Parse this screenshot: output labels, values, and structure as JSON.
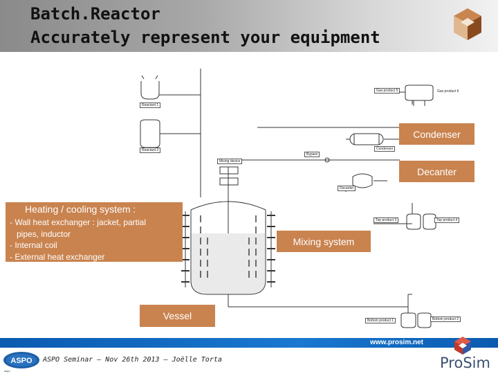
{
  "header": {
    "title_line1": "Batch.Reactor",
    "title_line2": "Accurately represent your equipment"
  },
  "diagram": {
    "tags": {
      "reactant1": "Reactant 1",
      "reactant2": "Reactant 2",
      "gas_product5": "Gas product 5",
      "gas_product6": "Gas product 6",
      "condenser": "Condenser",
      "decanter": "Decanter",
      "bypass": "Bypass",
      "mixing_device": "Mixing device",
      "top_product3": "Top product 3",
      "top_product4": "Top product 4",
      "bottom_product1": "Bottom product 1",
      "bottom_product2": "Bottom product 2"
    },
    "callouts": {
      "condenser": "Condenser",
      "decanter": "Decanter",
      "heating_title": "Heating / cooling system :",
      "heating_line1": "- Wall heat exchanger : jacket, partial",
      "heating_line2": "   pipes, inductor",
      "heating_line3": "- Internal coil",
      "heating_line4": "- External heat exchanger",
      "mixing": "Mixing system",
      "vessel": "Vessel"
    }
  },
  "footer": {
    "url": "www.prosim.net",
    "aspo_logo_text": "ASPO",
    "aspo_caption": "aspo",
    "seminar": "ASPO Seminar – Nov 26th 2013 – Joëlle Torta",
    "prosim": "ProSim"
  },
  "colors": {
    "callout": "#c9834f",
    "footer_bar": "#1a78d0",
    "prosim_red": "#c0392b",
    "prosim_blue": "#2e5aa8"
  },
  "icons": [
    "cube-logo-icon",
    "aspo-logo-icon",
    "prosim-logo-icon"
  ]
}
